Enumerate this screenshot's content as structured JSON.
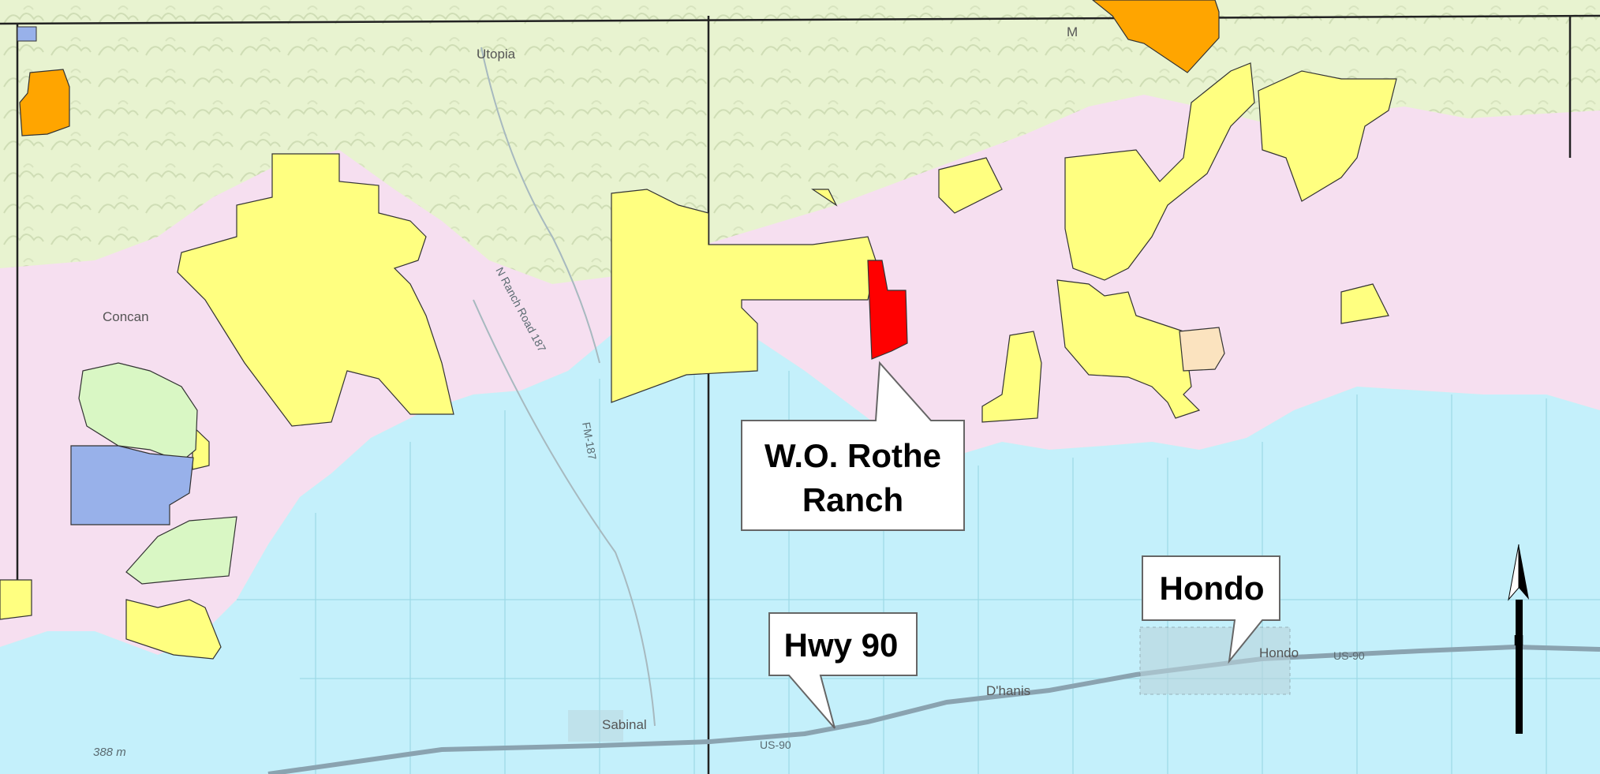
{
  "map": {
    "colors": {
      "hill_country": "#e8f3d0",
      "escarpment_zone": "#f6dff0",
      "plains": "#c4f0fb",
      "parcel_yellow": "#ffff80",
      "parcel_orange": "#ffa500",
      "parcel_green": "#d9f7c4",
      "parcel_blue": "#98b1ea",
      "parcel_tan": "#fbe3bf",
      "featured_ranch": "#ff0000",
      "highway": "#8aa3b0",
      "county_line": "#222222"
    },
    "place_labels": {
      "utopia": "Utopia",
      "concan": "Concan",
      "sabinal": "Sabinal",
      "dhanis": "D'hanis",
      "hondo": "Hondo",
      "partial_top": "M"
    },
    "road_labels": {
      "n_ranch_road": "N Ranch Road 187",
      "fm187": "FM-187",
      "us90_left": "US-90",
      "us90_right": "US-90"
    },
    "elevation_label": "388 m",
    "callouts": {
      "ranch_line1": "W.O. Rothe",
      "ranch_line2": "Ranch",
      "hondo": "Hondo",
      "hwy90": "Hwy 90"
    },
    "north_arrow_label": "N"
  }
}
